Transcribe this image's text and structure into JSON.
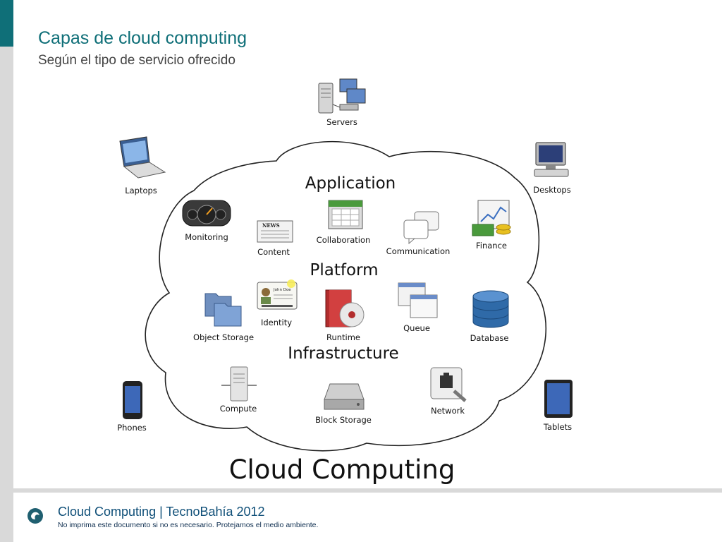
{
  "header": {
    "title": "Capas de cloud computing",
    "subtitle": "Según el tipo de servicio ofrecido"
  },
  "diagram": {
    "title": "Cloud Computing",
    "layers": {
      "application": "Application",
      "platform": "Platform",
      "infrastructure": "Infrastructure"
    },
    "devices": {
      "servers": "Servers",
      "laptops": "Laptops",
      "desktops": "Desktops",
      "phones": "Phones",
      "tablets": "Tablets"
    },
    "services": {
      "monitoring": "Monitoring",
      "content": "Content",
      "collaboration": "Collaboration",
      "communication": "Communication",
      "finance": "Finance",
      "identity": "Identity",
      "object_storage": "Object Storage",
      "runtime": "Runtime",
      "queue": "Queue",
      "database": "Database",
      "compute": "Compute",
      "block_storage": "Block Storage",
      "network": "Network"
    },
    "identity_card_name": "John Doe",
    "news_label": "NEWS"
  },
  "footer": {
    "title": "Cloud Computing | TecnoBahía 2012",
    "note": "No imprima este documento si no es necesario. Protejamos el medio ambiente."
  },
  "colors": {
    "accent": "#0f6f78",
    "sidebar": "#d9d9d9",
    "footer_text": "#0f4f78"
  }
}
